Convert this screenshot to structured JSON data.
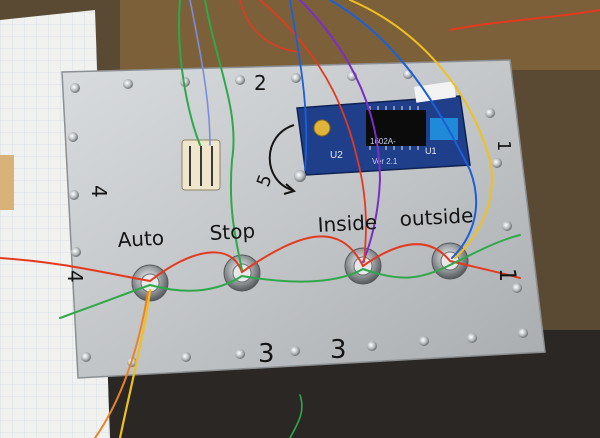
{
  "scene": {
    "background": "#4a3e2c",
    "panel_color": "#c9ccce",
    "board_color": "#1f3f8a",
    "wire_colors": [
      "#e23a1f",
      "#2ea84a",
      "#f0c020",
      "#7a2fc4",
      "#1d5fd6",
      "#e8832a"
    ]
  },
  "labels": {
    "auto": "Auto",
    "stop": "Stop",
    "inside": "Inside",
    "outside": "outside",
    "n2": "2",
    "n3a": "3",
    "n3b": "3",
    "n4": "4",
    "n1": "1",
    "n5": "5"
  },
  "board": {
    "u1": "U1",
    "u2": "U2",
    "model": "1602A-",
    "version": "Ver 2.1"
  },
  "switches": [
    {
      "name": "auto-switch",
      "label": "Auto"
    },
    {
      "name": "stop-switch",
      "label": "Stop"
    },
    {
      "name": "inside-switch",
      "label": "Inside"
    },
    {
      "name": "outside-switch",
      "label": "outside"
    }
  ]
}
